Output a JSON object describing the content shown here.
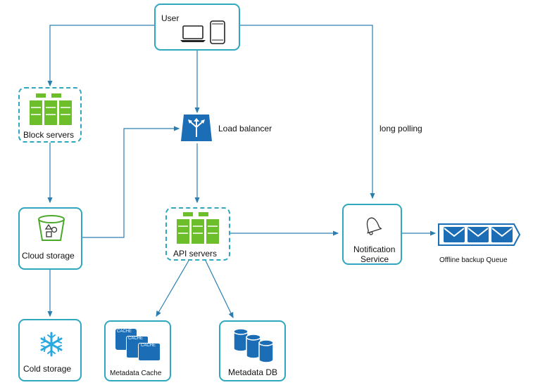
{
  "nodes": {
    "user": "User",
    "block_servers": "Block servers",
    "load_balancer": "Load balancer",
    "cloud_storage": "Cloud storage",
    "api_servers": "API servers",
    "notification_service_line1": "Notification",
    "notification_service_line2": "Service",
    "offline_queue": "Offline backup Queue",
    "cold_storage": "Cold storage",
    "metadata_cache": "Metadata Cache",
    "metadata_db": "Metadata DB"
  },
  "edges": {
    "long_polling": "long polling"
  },
  "cache_badge": "CACHE",
  "colors": {
    "border": "#2fa7bf",
    "arrow": "#2b7fb0",
    "server_green": "#6cbf2a",
    "blue_icon": "#1b6db5",
    "snow": "#2aa8e0"
  },
  "icons": [
    "laptop-icon",
    "phone-icon",
    "server-rack-icon",
    "load-balancer-icon",
    "bucket-icon",
    "bell-icon",
    "queue-envelope-icon",
    "snowflake-icon",
    "cache-icon",
    "database-icon"
  ]
}
